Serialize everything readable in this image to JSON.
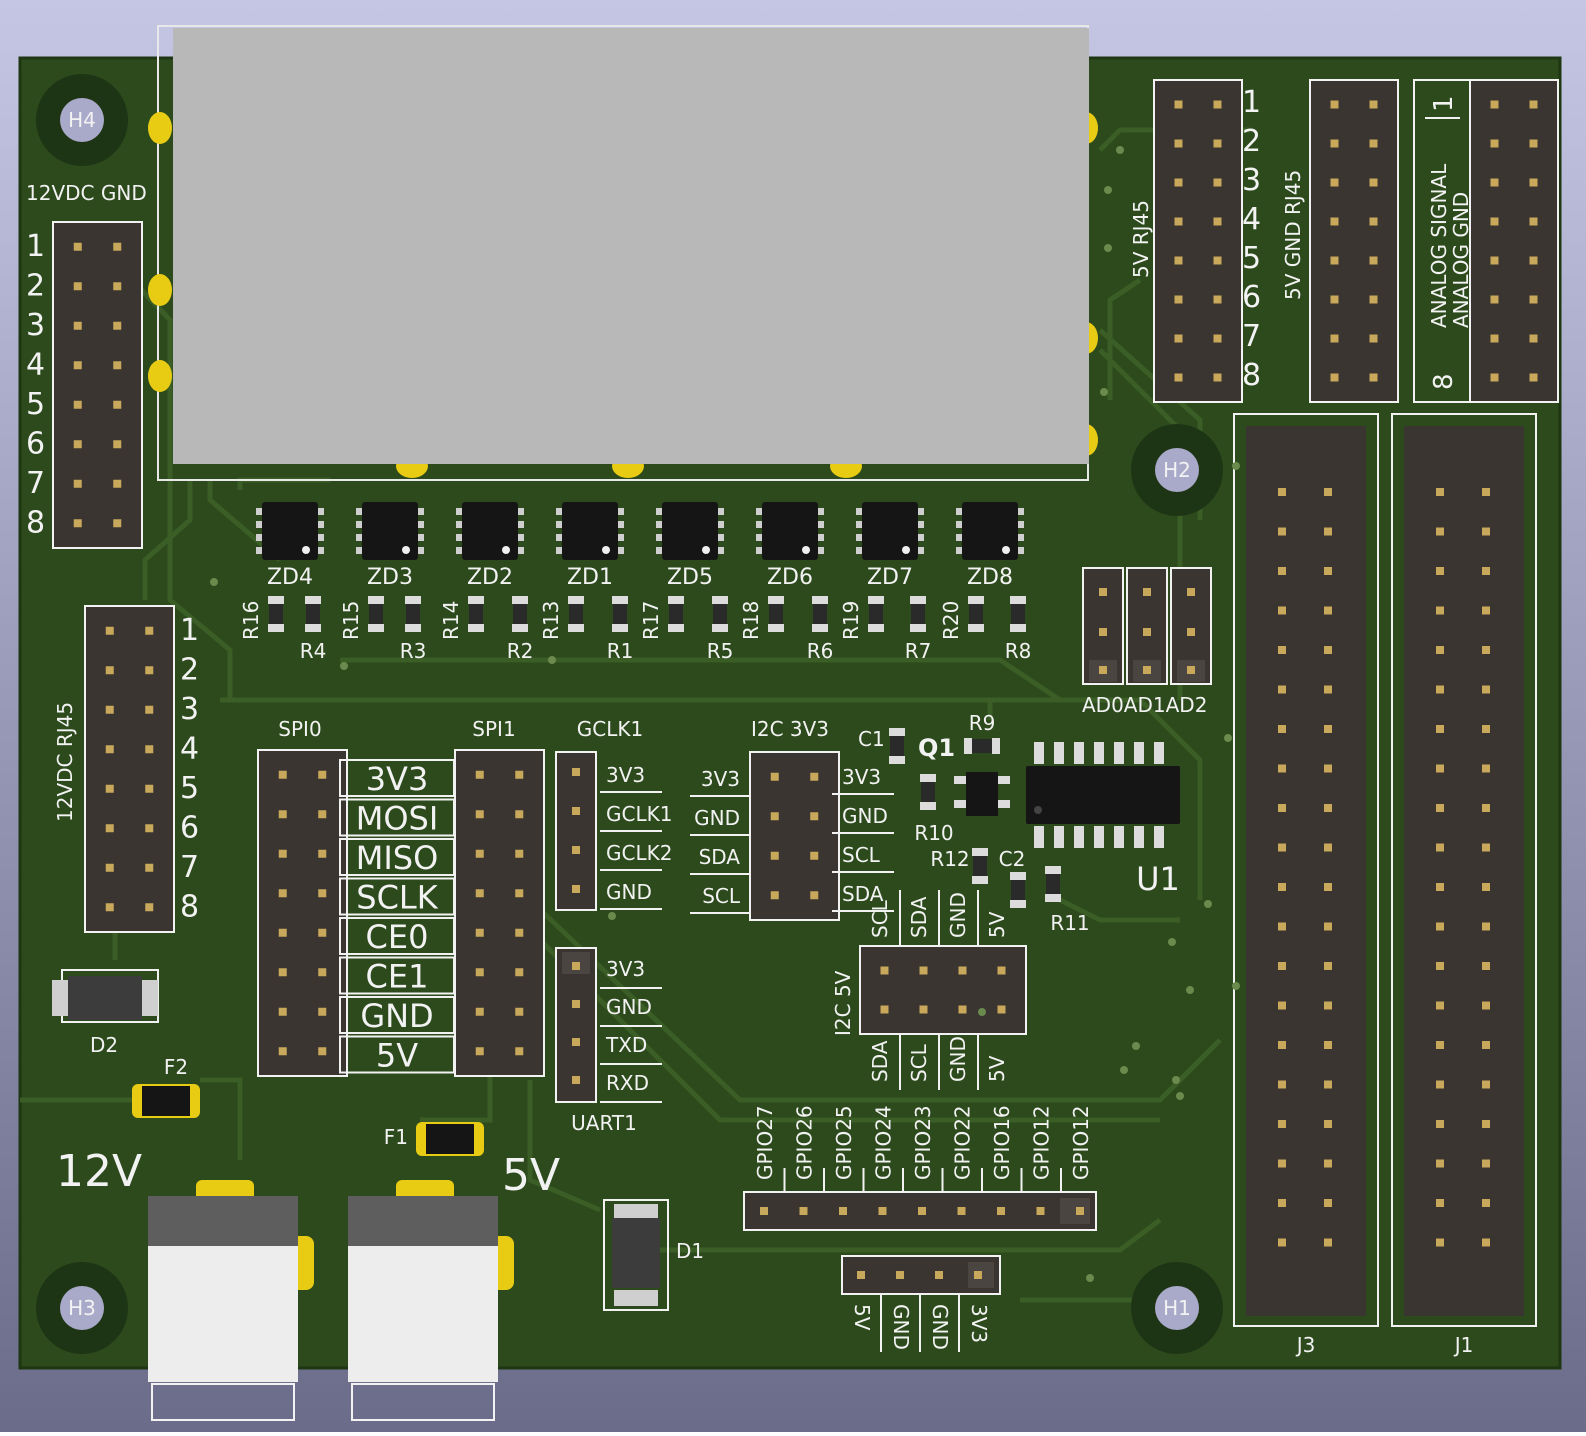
{
  "colors": {
    "background_top": "#c4c6e4",
    "background_bottom": "#6a6c8a",
    "board": "#2c4a1c",
    "trace": "#3a5e25",
    "silk": "#f2f2f2",
    "gold": "#c8a85a",
    "pad_yellow": "#e8cc14",
    "header_black": "#3a3530",
    "connector_grey": "#b8b8b8",
    "jack_white": "#ededed",
    "mount_hole": "#a9a9c9"
  },
  "mounting_holes": [
    "H4",
    "H2",
    "H3",
    "H1"
  ],
  "left_header_top": {
    "title": "12VDC GND",
    "pins": [
      "1",
      "2",
      "3",
      "4",
      "5",
      "6",
      "7",
      "8"
    ]
  },
  "left_header_bottom": {
    "title": "12VDC RJ45",
    "pins": [
      "1",
      "2",
      "3",
      "4",
      "5",
      "6",
      "7",
      "8"
    ]
  },
  "right_header_5v_rj45": {
    "title": "5V RJ45",
    "pins": [
      "1",
      "2",
      "3",
      "4",
      "5",
      "6",
      "7",
      "8"
    ]
  },
  "right_header_5v_gnd": {
    "title": "5V GND RJ45"
  },
  "right_header_analog": {
    "label_signal": "ANALOG SIGNAL",
    "label_gnd": "ANALOG GND",
    "pin_first": "1",
    "pin_last": "8"
  },
  "zener_diodes": [
    "ZD4",
    "ZD3",
    "ZD2",
    "ZD1",
    "ZD5",
    "ZD6",
    "ZD7",
    "ZD8"
  ],
  "resistor_pairs": [
    {
      "upper": "R16",
      "lower": "R4"
    },
    {
      "upper": "R15",
      "lower": "R3"
    },
    {
      "upper": "R14",
      "lower": "R2"
    },
    {
      "upper": "R13",
      "lower": "R1"
    },
    {
      "upper": "R17",
      "lower": "R5"
    },
    {
      "upper": "R18",
      "lower": "R6"
    },
    {
      "upper": "R19",
      "lower": "R7"
    },
    {
      "upper": "R20",
      "lower": "R8"
    }
  ],
  "address_jumpers": [
    "AD0",
    "AD1",
    "AD2"
  ],
  "spi": {
    "spi0_title": "SPI0",
    "spi1_title": "SPI1",
    "signals": [
      "3V3",
      "MOSI",
      "MISO",
      "SCLK",
      "CE0",
      "CE1",
      "GND",
      "5V"
    ]
  },
  "gclk": {
    "title": "GCLK1",
    "signals": [
      "3V3",
      "GCLK1",
      "GCLK2",
      "GND"
    ]
  },
  "i2c_3v3": {
    "title": "I2C 3V3",
    "left_signals": [
      "3V3",
      "GND",
      "SDA",
      "SCL"
    ],
    "right_signals": [
      "3V3",
      "GND",
      "SCL",
      "SDA"
    ]
  },
  "i2c_5v": {
    "title": "I2C 5V",
    "top_signals": [
      "SCL",
      "SDA",
      "GND",
      "5V"
    ],
    "bottom_signals": [
      "SDA",
      "SCL",
      "GND",
      "5V"
    ]
  },
  "uart": {
    "title": "UART1",
    "signals": [
      "3V3",
      "GND",
      "TXD",
      "RXD"
    ]
  },
  "gpio_labels": [
    "GPIO27",
    "GPIO26",
    "GPIO25",
    "GPIO24",
    "GPIO23",
    "GPIO22",
    "GPIO16",
    "GPIO12",
    "GPIO12"
  ],
  "power_header_labels": [
    "5V",
    "GND",
    "GND",
    "3V3"
  ],
  "components": {
    "c1": "C1",
    "q1": "Q1",
    "r9": "R9",
    "r10": "R10",
    "r12": "R12",
    "c2": "C2",
    "r11": "R11",
    "u1": "U1",
    "d1": "D1",
    "d2": "D2",
    "f1": "F1",
    "f2": "F2",
    "j1": "J1",
    "j3": "J3"
  },
  "power_jacks": {
    "left": "12V",
    "right": "5V"
  }
}
